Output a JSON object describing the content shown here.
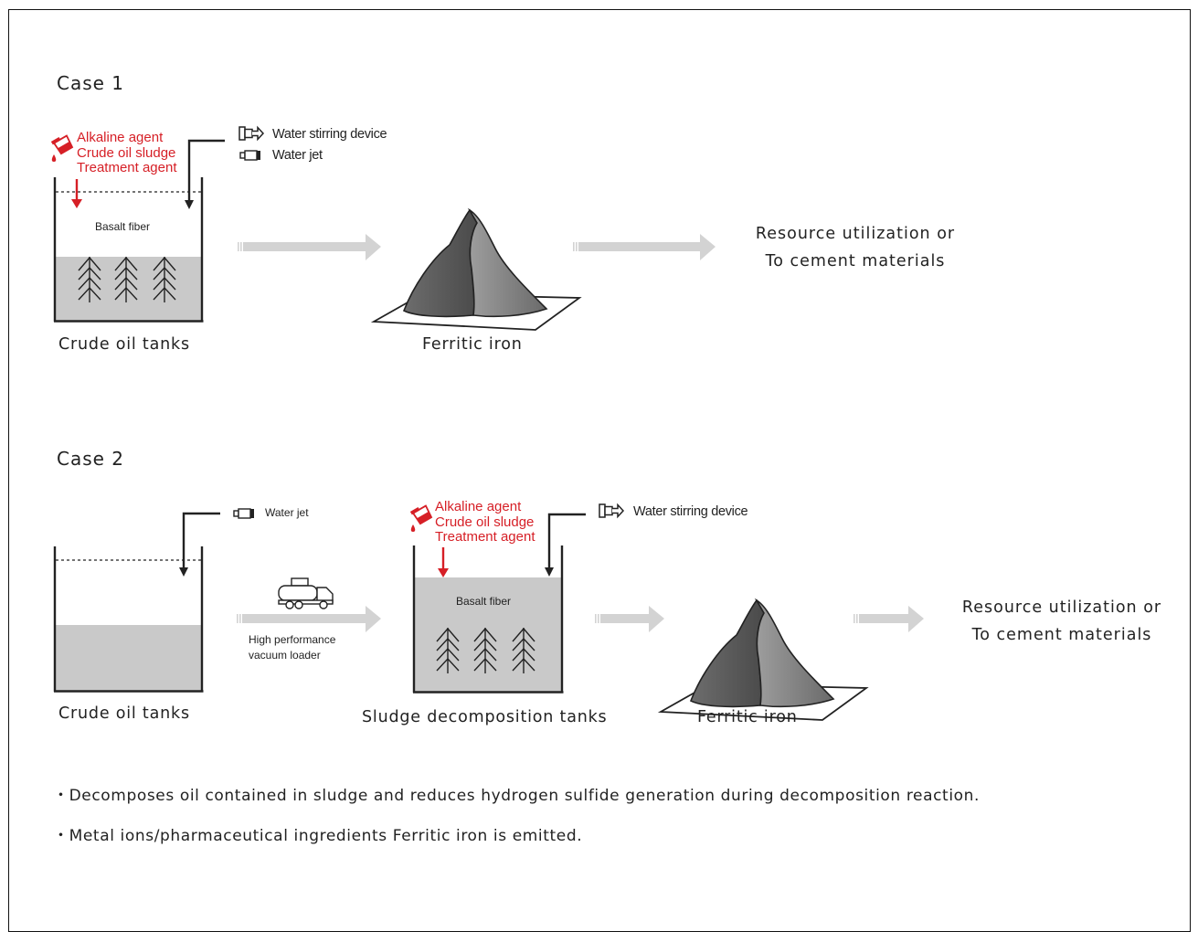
{
  "case1": {
    "title": "Case 1",
    "agent_lines": [
      "Alkaline agent",
      "Crude oil sludge",
      "Treatment agent"
    ],
    "stirring_label": "Water stirring device",
    "waterjet_label": "Water jet",
    "fiber_label": "Basalt fiber",
    "tank_caption": "Crude oil tanks",
    "iron_caption": "Ferritic iron",
    "result_lines": [
      "Resource utilization or",
      "To cement materials"
    ]
  },
  "case2": {
    "title": "Case 2",
    "waterjet_label": "Water jet",
    "tank_caption": "Crude oil tanks",
    "loader_lines": [
      "High performance",
      "vacuum loader"
    ],
    "agent_lines": [
      "Alkaline agent",
      "Crude oil sludge",
      "Treatment agent"
    ],
    "stirring_label": "Water stirring device",
    "fiber_label": "Basalt fiber",
    "decomp_caption": "Sludge decomposition tanks",
    "iron_caption": "Ferritic iron",
    "result_lines": [
      "Resource utilization or",
      "To cement materials"
    ]
  },
  "notes": [
    "・Decomposes oil contained in sludge and reduces hydrogen sulfide generation during decomposition reaction.",
    "・Metal ions/pharmaceutical ingredients Ferritic iron is emitted."
  ],
  "colors": {
    "accent_red": "#d61f26",
    "liquid_gray": "#c9c9c9",
    "arrow_gray": "#d3d3d3",
    "line_dark": "#222222"
  },
  "icons": [
    "pouring-bottle-icon",
    "stirring-device-icon",
    "water-jet-icon",
    "tanker-truck-icon",
    "basalt-fiber-icon",
    "ferritic-iron-pile-icon"
  ]
}
